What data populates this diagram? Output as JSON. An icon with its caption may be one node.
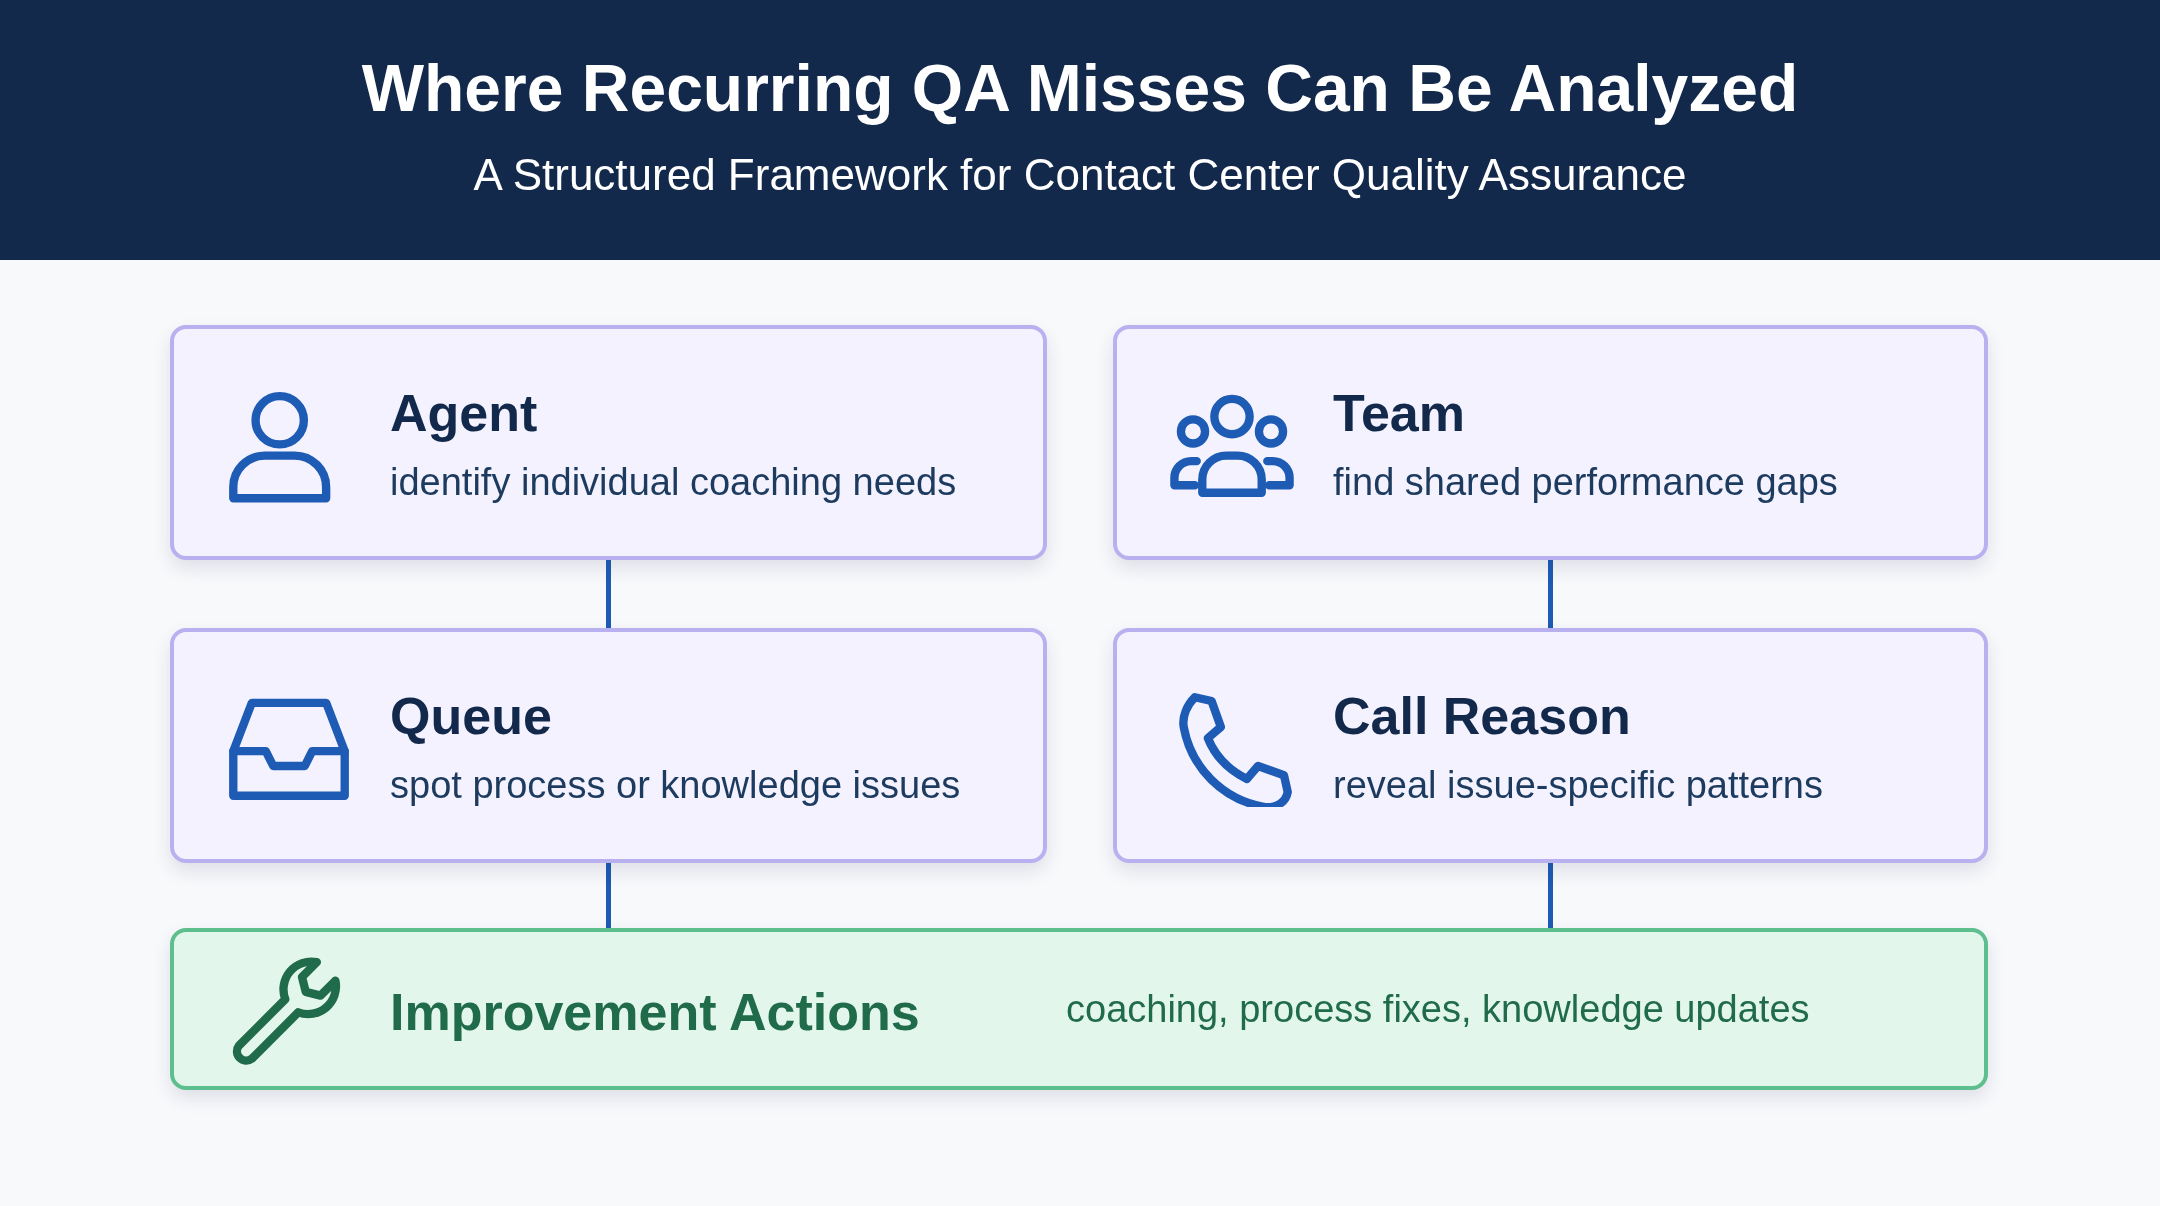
{
  "diagram": {
    "title": "Where Recurring QA Misses Can Be Analyzed",
    "caption": "A Structured Framework for Contact Center Quality Assurance",
    "nodes": [
      {
        "text": [
          "Agent",
          "identify individual coaching needs"
        ]
      },
      {
        "text": [
          "Team",
          "find shared performance gaps"
        ]
      },
      {
        "text": [
          "Queue",
          "spot process or knowledge issues"
        ]
      },
      {
        "text": [
          "Call Reason",
          "reveal issue-specific patterns"
        ]
      },
      {
        "text": [
          "Improvement Actions",
          "coaching, process fixes, knowledge updates"
        ]
      }
    ],
    "edges": [
      {
        "from": 0,
        "to": 2,
        "arrow": "none"
      },
      {
        "from": 1,
        "to": 3,
        "arrow": "none"
      },
      {
        "from": 2,
        "to": 4,
        "arrow": "none"
      },
      {
        "from": 3,
        "to": 4,
        "arrow": "none"
      }
    ]
  }
}
